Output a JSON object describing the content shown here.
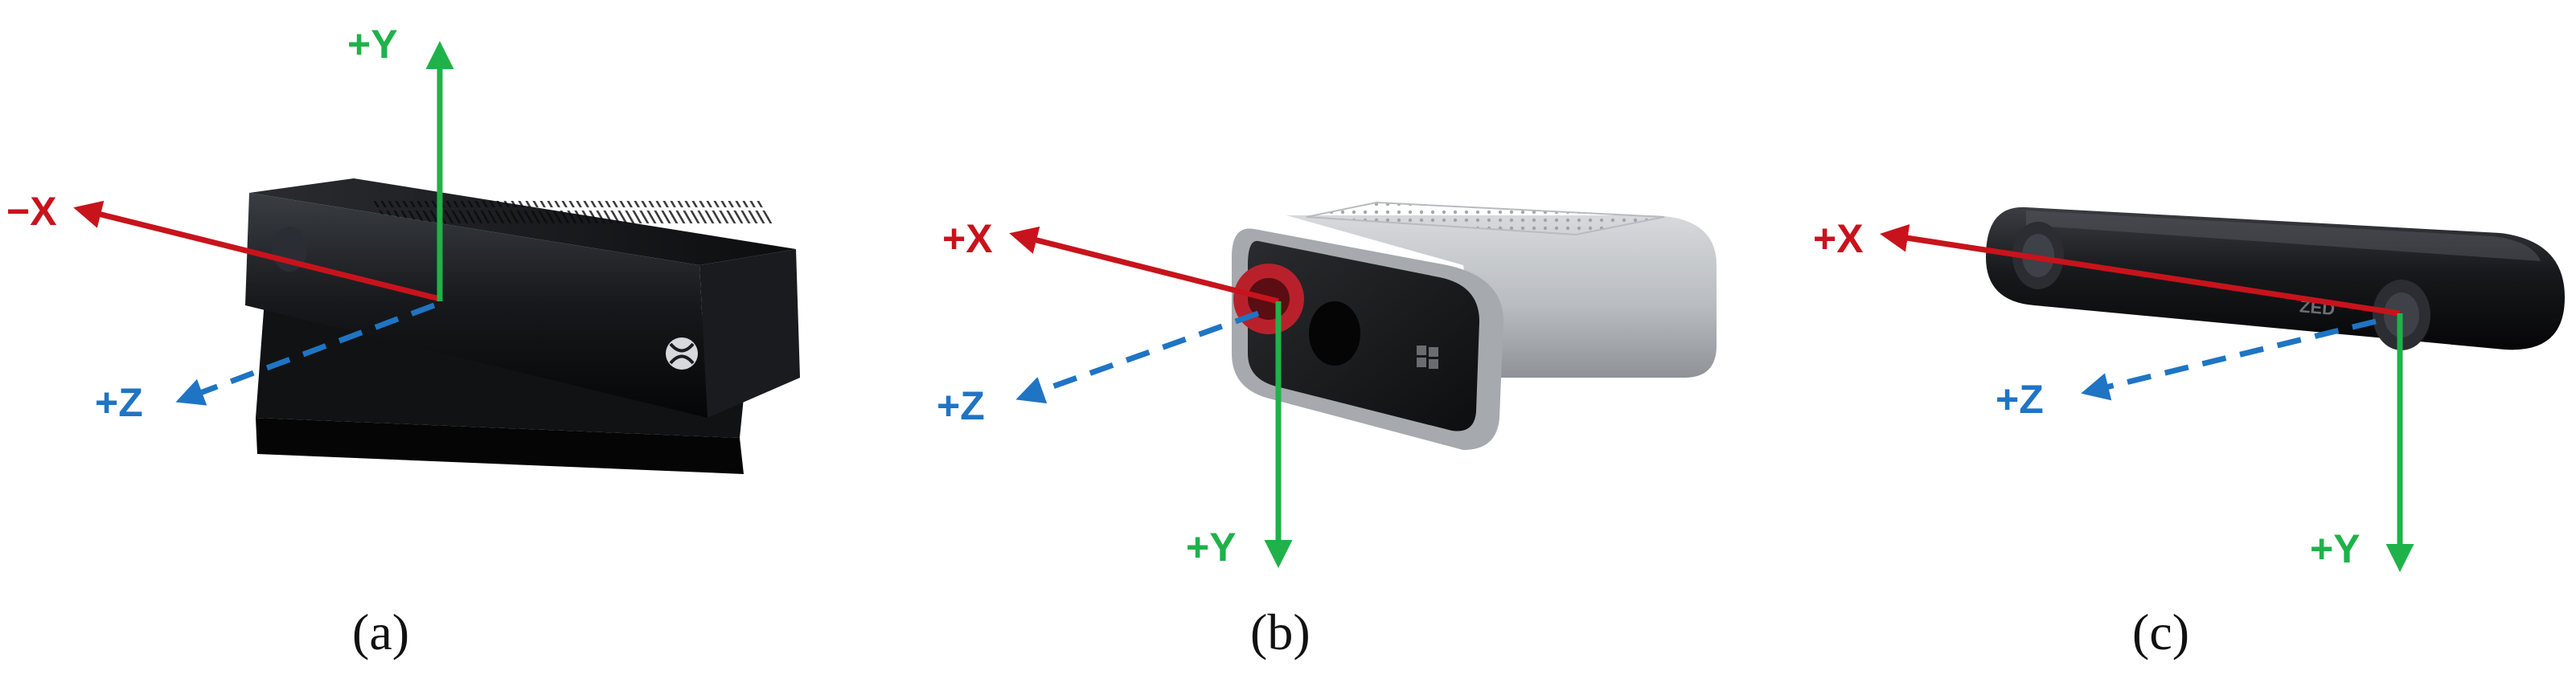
{
  "colors": {
    "x_axis": "#c8131c",
    "y_axis": "#1fb24a",
    "z_axis": "#1f74c4"
  },
  "panels": [
    {
      "caption": "(a)",
      "device": "Microsoft Kinect v2 sensor",
      "axes": {
        "x": "−X",
        "y": "+Y",
        "z": "+Z"
      }
    },
    {
      "caption": "(b)",
      "device": "Azure Kinect DK sensor",
      "axes": {
        "x": "+X",
        "y": "+Y",
        "z": "+Z"
      }
    },
    {
      "caption": "(c)",
      "device": "ZED stereo camera",
      "axes": {
        "x": "+X",
        "y": "+Y",
        "z": "+Z"
      },
      "logo_text": "ZED"
    }
  ]
}
